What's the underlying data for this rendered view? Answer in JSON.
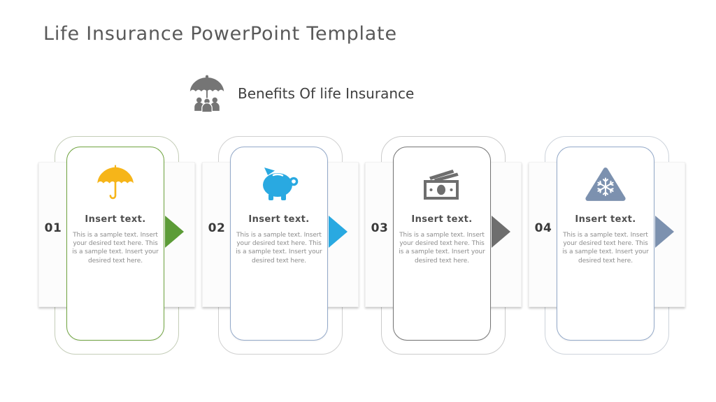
{
  "slide": {
    "title": "Life Insurance PowerPoint Template",
    "section": {
      "icon": "umbrella-family-icon",
      "title": "Benefits Of life Insurance"
    }
  },
  "cards": [
    {
      "number": "01",
      "icon": "umbrella-icon",
      "heading": "Insert text.",
      "body": "This is a sample text. Insert your desired text here. This is a sample text. Insert your desired text here.",
      "colors": {
        "border": "#6FA43F",
        "arrow": "#5C9C37",
        "icon": "#F6B519"
      }
    },
    {
      "number": "02",
      "icon": "piggy-bank-icon",
      "heading": "Insert text.",
      "body": "This is a sample text. Insert your desired text here. This is a sample text. Insert your desired text here.",
      "colors": {
        "border": "#93A9C9",
        "arrow": "#29A9E1",
        "icon": "#29A9E1"
      }
    },
    {
      "number": "03",
      "icon": "money-icon",
      "heading": "Insert text.",
      "body": "This is a sample text. Insert your desired text here. This is a sample text. Insert your desired text here.",
      "colors": {
        "border": "#757575",
        "arrow": "#6E6E6E",
        "icon": "#6E6E6E"
      }
    },
    {
      "number": "04",
      "icon": "snowflake-warning-icon",
      "heading": "Insert text.",
      "body": "This is a sample text. Insert your desired text here. This is a sample text. Insert your desired text here.",
      "colors": {
        "border": "#93A9C9",
        "arrow": "#7C91AF",
        "icon": "#7C91AF"
      }
    }
  ],
  "theme": {
    "background": "#FFFFFF",
    "title_color": "#595959",
    "section_title_color": "#3F3F3F",
    "header_icon_color": "#757575",
    "heading_color": "#4F4F4F",
    "body_color": "#8C8C8C",
    "number_color": "#3A3A3A",
    "strip_color": "#FCFCFC"
  }
}
